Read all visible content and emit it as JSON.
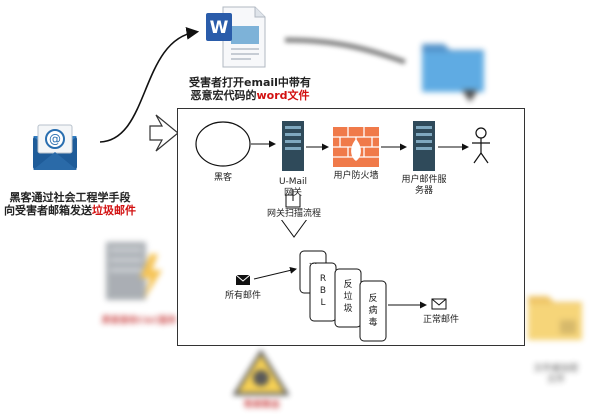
{
  "left_caption": {
    "line1": "黑客通过社会工程学手段",
    "line2_prefix": "向受害者邮箱发送",
    "line2_highlight": "垃圾邮件"
  },
  "top_caption": {
    "line1": "受害者打开email中带有",
    "line2_prefix": "恶意宏代码的",
    "line2_highlight": "word文件"
  },
  "panel": {
    "hacker_label": "黑客",
    "gateway_label_1": "U-Mail",
    "gateway_label_2": "网关",
    "firewall_label": "用户防火墙",
    "server_label_1": "用户邮件服",
    "server_label_2": "务器",
    "scan_label": "网关扫描流程",
    "all_mail_label": "所有邮件",
    "normal_mail_label": "正常邮件",
    "card_rbl": [
      "R",
      "B",
      "L"
    ],
    "card_spam": [
      "反",
      "垃",
      "圾"
    ],
    "card_virus": [
      "反",
      "病",
      "毒"
    ],
    "card_dots": "..."
  },
  "blurred": {
    "bottom_left": "黑客接收C&C服务",
    "bottom_center": "勒索赎金",
    "bottom_right_1": "文件被加密",
    "bottom_right_2": "文件"
  },
  "colors": {
    "highlight": "#d21010",
    "firewall": "#f07a4a",
    "server": "#2f4a5a",
    "folder": "#2a8fd6"
  }
}
